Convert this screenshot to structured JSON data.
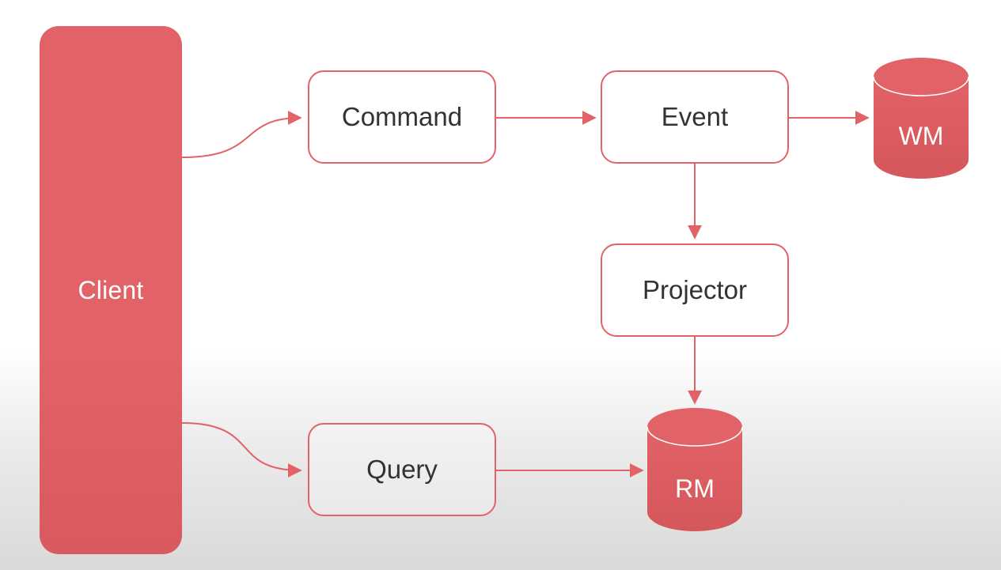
{
  "diagram": {
    "nodes": {
      "client": "Client",
      "command": "Command",
      "event": "Event",
      "projector": "Projector",
      "query": "Query",
      "wm": "WM",
      "rm": "RM"
    },
    "edges": [
      {
        "from": "client",
        "to": "command"
      },
      {
        "from": "command",
        "to": "event"
      },
      {
        "from": "event",
        "to": "wm"
      },
      {
        "from": "event",
        "to": "projector"
      },
      {
        "from": "projector",
        "to": "rm"
      },
      {
        "from": "client",
        "to": "query"
      },
      {
        "from": "query",
        "to": "rm"
      }
    ],
    "colors": {
      "accent": "#e26367",
      "accent_dark": "#c9494d",
      "box_fill": "#ffffff",
      "text_dark": "#333333",
      "text_light": "#ffffff"
    }
  }
}
